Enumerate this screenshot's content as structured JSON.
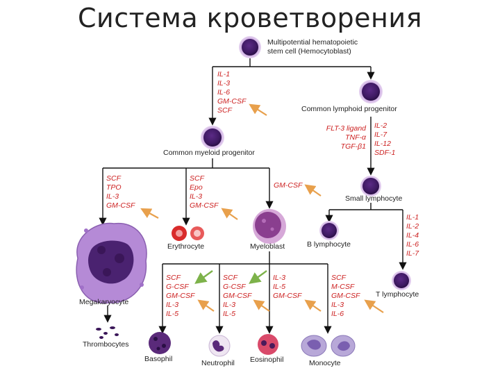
{
  "title": "Система кроветворения",
  "cells": {
    "hsc": [
      "Multipotential hematopoietic",
      "stem cell  (Hemocytoblast)"
    ],
    "clp": "Common lymphoid progenitor",
    "cmp": "Common myeloid progenitor",
    "small_lymph": "Small lymphocyte",
    "b_lymph": "B lymphocyte",
    "t_lymph": "T lymphocyte",
    "erythrocyte": "Erythrocyte",
    "myeloblast": "Myeloblast",
    "megakaryocyte": "Megakaryocyte",
    "thrombocytes": "Thrombocytes",
    "basophil": "Basophil",
    "neutrophil": "Neutrophil",
    "eosinophil": "Eosinophil",
    "monocyte": "Monocyte"
  },
  "factors": {
    "hsc_to_cmp": [
      "IL-1",
      "IL-3",
      "IL-6",
      "GM-CSF",
      "SCF"
    ],
    "clp_left": [
      "FLT-3 ligand",
      "TNF-α",
      "TGF-β1"
    ],
    "clp_right": [
      "IL-2",
      "IL-7",
      "IL-12",
      "SDF-1"
    ],
    "meg": [
      "SCF",
      "TPO",
      "IL-3",
      "GM-CSF"
    ],
    "ery": [
      "SCF",
      "Epo",
      "IL-3",
      "GM-CSF"
    ],
    "myelo": [
      "GM-CSF"
    ],
    "t_cell": [
      "IL-1",
      "IL-2",
      "IL-4",
      "IL-6",
      "IL-7"
    ],
    "baso": [
      "SCF",
      "G-CSF",
      "GM-CSF",
      "IL-3",
      "IL-5"
    ],
    "neutro": [
      "SCF",
      "G-CSF",
      "GM-CSF",
      "IL-3",
      "IL-5"
    ],
    "eosino": [
      "IL-3",
      "IL-5",
      "GM-CSF"
    ],
    "mono": [
      "SCF",
      "M-CSF",
      "GM-CSF",
      "IL-3",
      "IL-6"
    ]
  },
  "colors": {
    "factor_text": "#cc1f1f",
    "highlight_arrow": "#e8a04c",
    "green_arrow": "#7db24a",
    "cell_purple": "#7a3fa8"
  }
}
